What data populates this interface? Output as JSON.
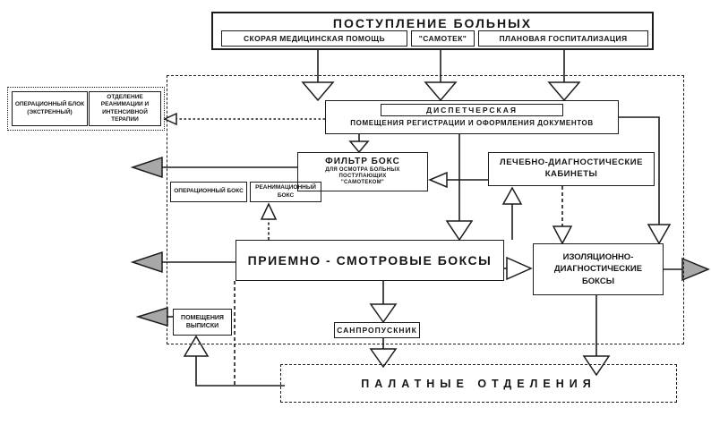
{
  "colors": {
    "line": "#1c1c1c",
    "gray_arrow_fill": "#a8a8a8",
    "background": "#ffffff"
  },
  "admission": {
    "title": "ПОСТУПЛЕНИЕ БОЛЬНЫХ",
    "sources": [
      {
        "label": "СКОРАЯ МЕДИЦИНСКАЯ ПОМОЩЬ"
      },
      {
        "label": "\"САМОТЕК\""
      },
      {
        "label": "ПЛАНОВАЯ ГОСПИТАЛИЗАЦИЯ"
      }
    ]
  },
  "emergency_unit": {
    "operating_block": "ОПЕРАЦИОННЫЙ БЛОК (ЭКСТРЕННЫЙ)",
    "intensive_care": "ОТДЕЛЕНИЕ РЕАНИМАЦИИ И ИНТЕНСИВНОЙ ТЕРАПИИ"
  },
  "dispatcher": {
    "title": "ДИСПЕТЧЕРСКАЯ",
    "subtitle": "ПОМЕЩЕНИЯ РЕГИСТРАЦИИ И ОФОРМЛЕНИЯ ДОКУМЕНТОВ"
  },
  "filter_box": {
    "title": "ФИЛЬТР БОКС",
    "note": "ДЛЯ ОСМОТРА БОЛЬНЫХ ПОСТУПАЮЩИХ \"САМОТЕКОМ\""
  },
  "treatment_rooms": {
    "label": "ЛЕЧЕБНО-ДИАГНОСТИЧЕСКИЕ КАБИНЕТЫ"
  },
  "operating_box": {
    "label": "ОПЕРАЦИОННЫЙ БОКС"
  },
  "resuscitation_box": {
    "label": "РЕАНИМАЦИОННЫЙ БОКС"
  },
  "reception_boxes": {
    "label": "ПРИЕМНО - СМОТРОВЫЕ БОКСЫ"
  },
  "isolation_boxes": {
    "label": "ИЗОЛЯЦИОННО-ДИАГНОСТИЧЕСКИЕ БОКСЫ"
  },
  "discharge_rooms": {
    "label": "ПОМЕЩЕНИЯ ВЫПИСКИ"
  },
  "sanitary_pass": {
    "label": "САНПРОПУСКНИК"
  },
  "wards": {
    "label": "ПАЛАТНЫЕ ОТДЕЛЕНИЯ"
  },
  "connections": [
    {
      "from": "скорая-медицинская-помощь",
      "to": "диспетчерская",
      "style": "hollow-arrow-down"
    },
    {
      "from": "самотек",
      "to": "диспетчерская",
      "style": "hollow-arrow-down"
    },
    {
      "from": "плановая-госпитализация",
      "to": "диспетчерская",
      "style": "hollow-arrow-down"
    },
    {
      "from": "диспетчерская",
      "to": "фильтр-бокс",
      "style": "hollow-arrow-down"
    },
    {
      "from": "диспетчерская",
      "to": "приемно-смотровые-боксы",
      "style": "hollow-arrow-down"
    },
    {
      "from": "диспетчерская",
      "to": "изоляционно-диагностические-боксы",
      "style": "hollow-arrow-down"
    },
    {
      "from": "диспетчерская",
      "to": "операционный-блок-и-реанимация",
      "style": "dotted-arrow-left"
    },
    {
      "from": "фильтр-бокс",
      "to": "выход-слева",
      "style": "gray-arrow-left"
    },
    {
      "from": "приемно-смотровые-боксы",
      "to": "фильтр-бокс",
      "style": "hollow-arrow-left"
    },
    {
      "from": "приемно-смотровые-боксы",
      "to": "лечебно-диагностические-кабинеты",
      "style": "hollow-arrow-up"
    },
    {
      "from": "лечебно-диагностические-кабинеты",
      "to": "изоляционно-диагностические-боксы",
      "style": "dashed-arrow-down"
    },
    {
      "from": "приемно-смотровые-боксы",
      "to": "изоляционно-диагностические-боксы",
      "style": "hollow-arrow-right"
    },
    {
      "from": "приемно-смотровые-боксы",
      "to": "реанимационный-бокс",
      "style": "dashed-arrow-up"
    },
    {
      "from": "приемно-смотровые-боксы",
      "to": "выход-слева",
      "style": "gray-arrow-left"
    },
    {
      "from": "приемно-смотровые-боксы",
      "to": "санпропускник",
      "style": "hollow-arrow-down"
    },
    {
      "from": "санпропускник",
      "to": "палатные-отделения",
      "style": "hollow-arrow-down"
    },
    {
      "from": "изоляционно-диагностические-боксы",
      "to": "палатные-отделения",
      "style": "hollow-arrow-down"
    },
    {
      "from": "изоляционно-диагностические-боксы",
      "to": "выход-справа",
      "style": "gray-arrow-right"
    },
    {
      "from": "палатные-отделения",
      "to": "помещения-выписки",
      "style": "hollow-arrow-up"
    },
    {
      "from": "приемно-смотровые-боксы",
      "to": "помещения-выписки",
      "style": "dashed-line"
    },
    {
      "from": "помещения-выписки",
      "to": "выход-слева",
      "style": "gray-arrow-left"
    }
  ]
}
